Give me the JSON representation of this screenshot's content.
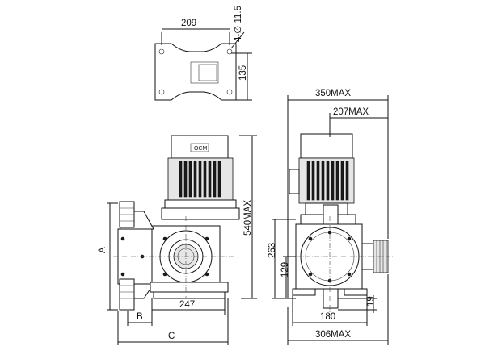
{
  "dimensions": {
    "base_width": "209",
    "hole_spec": "4-∅ 11.5",
    "base_depth": "135",
    "side_width_max": "350MAX",
    "motor_offset_max": "207MAX",
    "height_max": "540MAX",
    "front_a": "A",
    "front_b": "B",
    "front_c": "C",
    "front_247": "247",
    "side_263": "263",
    "side_129": "129",
    "side_180": "180",
    "side_19": "19",
    "side_306max": "306MAX"
  },
  "labels": {
    "motor_plate": "OCM"
  }
}
